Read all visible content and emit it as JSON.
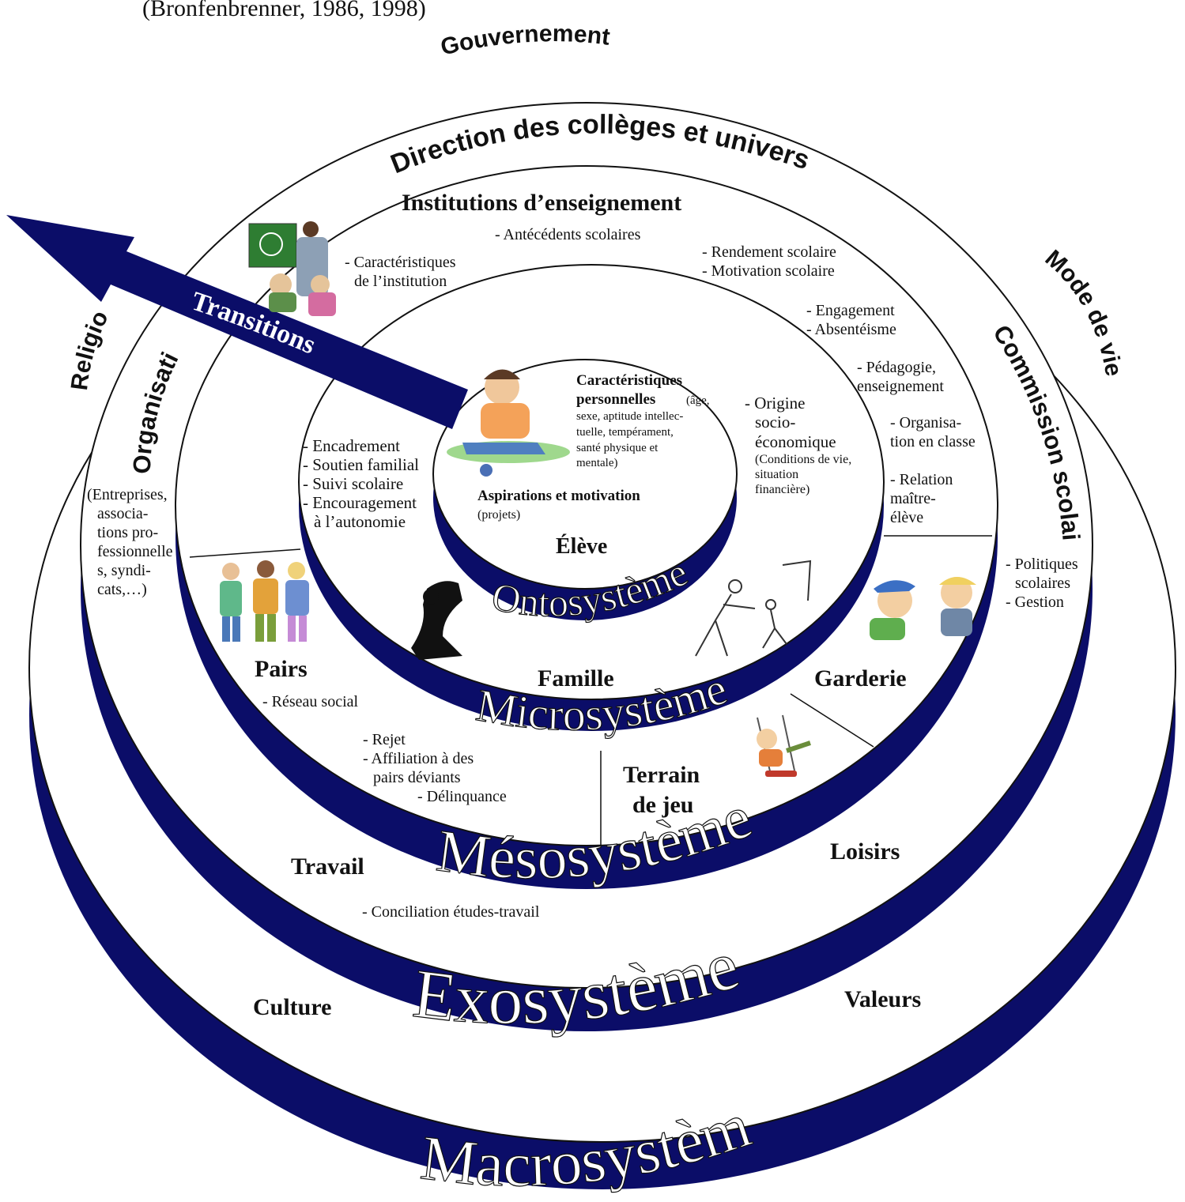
{
  "citation": "(Bronfenbrenner, 1986, 1998)",
  "colors": {
    "band": "#0b0d68",
    "line": "#111111",
    "arrow": "#0b0d68",
    "fill": "#ffffff"
  },
  "systems": {
    "onto": "Ontosystème",
    "micro": "Microsystème",
    "meso": "Mésosystème",
    "exo": "Exosystème",
    "macro": "Macrosystème"
  },
  "arrow_label": "Transitions",
  "outer_labels": {
    "gouvernement": "Gouvernement",
    "direction": "Direction des collèges et universités",
    "mode_de_vie": "Mode de vie",
    "commission": "Commission scolaire",
    "religion": "Religion",
    "organisations": "Organisations",
    "culture": "Culture",
    "valeurs": "Valeurs",
    "travail": "Travail",
    "loisirs": "Loisirs",
    "terrain1": "Terrain",
    "terrain2": "de jeu"
  },
  "organisations_detail": [
    "(Entreprises,",
    "associa-",
    "tions pro-",
    "fessionnelle",
    "s, syndi-",
    "cats,…)"
  ],
  "commission_detail": [
    "- Politiques",
    "scolaires",
    "- Gestion"
  ],
  "conciliation": "- Conciliation études-travail",
  "institutions": {
    "title": "Institutions d’enseignement",
    "antecedents": "- Antécédents scolaires",
    "caract1": "- Caractéristiques",
    "caract2": "de l’institution",
    "rendement": "- Rendement scolaire",
    "motivation": "- Motivation scolaire",
    "engagement": "- Engagement",
    "absenteisme": "- Absentéisme",
    "pedagogie1": "- Pédagogie,",
    "pedagogie2": "enseignement",
    "organisa1": "- Organisa-",
    "organisa2": "tion en classe",
    "relation1": "- Relation",
    "relation2": "maître-",
    "relation3": "élève"
  },
  "famille": {
    "title": "Famille",
    "items": [
      "- Encadrement",
      "- Soutien familial",
      "- Suivi scolaire",
      "- Encouragement",
      "à l’autonomie"
    ],
    "origine": [
      "- Origine",
      "socio-",
      "économique"
    ],
    "origine_detail": [
      "(Conditions de vie,",
      "situation",
      "financière)"
    ]
  },
  "eleve": {
    "title": "Élève",
    "caract_title1": "Caractéristiques",
    "caract_title2": "personnelles",
    "caract_detail": [
      "(âge,",
      "sexe, aptitude intellec-",
      "tuelle, tempérament,",
      "santé physique et",
      "mentale)"
    ],
    "aspirations": "Aspirations et motivation",
    "projets": "(projets)"
  },
  "pairs": {
    "title": "Pairs",
    "reseau": "- Réseau social",
    "items": [
      "- Rejet",
      "- Affiliation à des",
      "pairs déviants",
      "- Délinquance"
    ]
  },
  "garderie": "Garderie",
  "icons": [
    "teacher-classroom-icon",
    "child-sitting-icon",
    "students-group-icon",
    "photographer-icon",
    "father-child-icon",
    "children-playing-icon",
    "child-swing-icon"
  ]
}
